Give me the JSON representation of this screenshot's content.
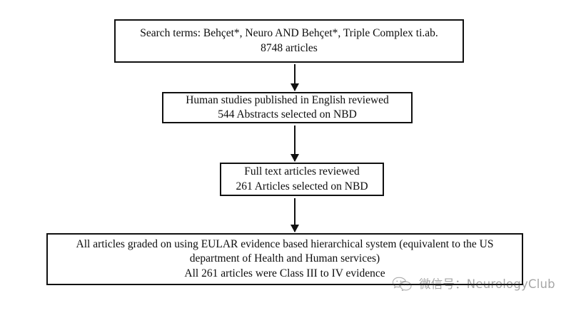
{
  "figure": {
    "type": "flowchart",
    "orientation": "top-to-bottom",
    "background_color": "#ffffff",
    "box_border_color": "#111111",
    "text_color": "#0d0d0d",
    "boxes": [
      {
        "id": "search",
        "lines": [
          "Search terms:  Behçet*, Neuro AND Behçet*, Triple Complex ti.ab.",
          "8748 articles"
        ]
      },
      {
        "id": "human",
        "lines": [
          "Human studies published in English reviewed",
          "544 Abstracts selected on NBD"
        ]
      },
      {
        "id": "fulltext",
        "lines": [
          "Full text articles reviewed",
          "261 Articles selected on NBD"
        ]
      },
      {
        "id": "graded",
        "lines": [
          "All articles graded on using EULAR evidence based hierarchical system (equivalent to the US",
          "department of Health and Human services)",
          "All 261 articles were Class III to IV evidence"
        ]
      }
    ],
    "connectors": [
      {
        "id": "arrow-1",
        "from": "search",
        "to": "human",
        "glyph": "down-arrow-icon"
      },
      {
        "id": "arrow-2",
        "from": "human",
        "to": "fulltext",
        "glyph": "down-arrow-icon"
      },
      {
        "id": "arrow-3",
        "from": "fulltext",
        "to": "graded",
        "glyph": "down-arrow-icon"
      }
    ]
  },
  "watermark": {
    "logo_icon": "wechat-logo-icon",
    "text": "微信号：NeurologyClub"
  }
}
